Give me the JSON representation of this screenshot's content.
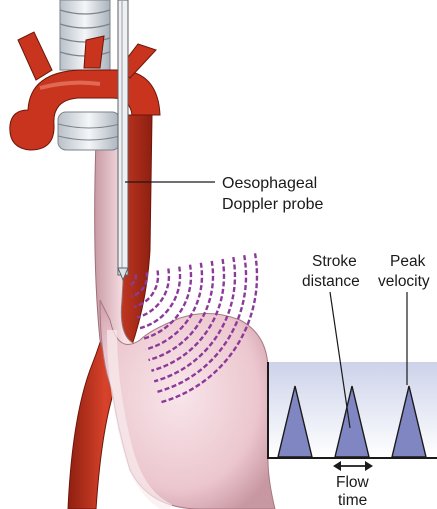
{
  "labels": {
    "probe_line1": "Oesophageal",
    "probe_line2": "Doppler probe",
    "stroke_line1": "Stroke",
    "stroke_line2": "distance",
    "peak_line1": "Peak",
    "peak_line2": "velocity",
    "flow_line1": "Flow",
    "flow_line2": "time"
  },
  "colors": {
    "aorta": "#c8341e",
    "aorta_dark": "#8e1f10",
    "oesophagus": "#f0cfd6",
    "oesophagus_edge": "#b58a93",
    "trachea": "#e8ecf0",
    "waves": "#8b3a9a",
    "waveform_fill": "#7f86c2",
    "waveform_bg_top": "#cdd2ea",
    "leader": "#1a1a1a"
  },
  "icons": [
    "trachea-rings",
    "aortic-arch",
    "doppler-probe",
    "ultrasound-waves",
    "doppler-waveform",
    "double-arrow-icon"
  ],
  "waveform": {
    "peak_count": 3
  }
}
